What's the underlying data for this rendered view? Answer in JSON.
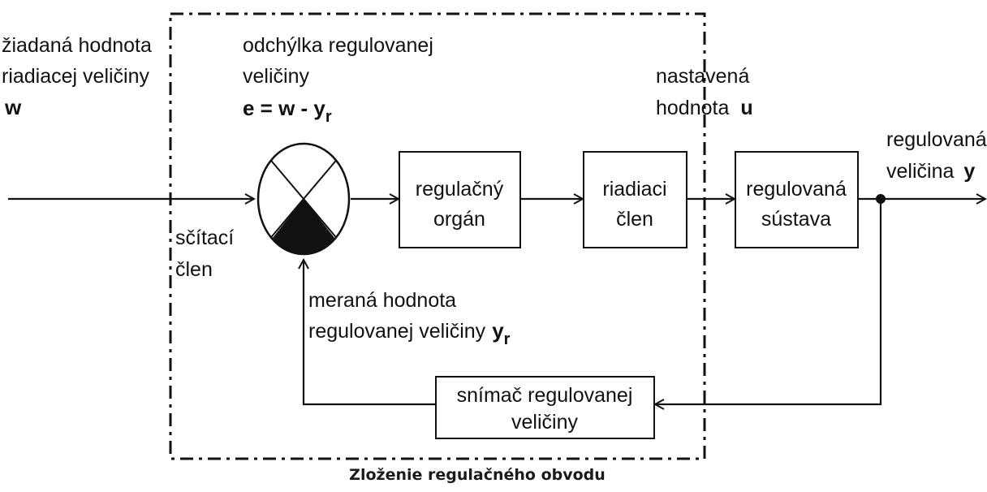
{
  "inputs": {
    "desired_line1": "žiadaná hodnota",
    "desired_line2": "riadiacej veličiny",
    "desired_symbol": "w"
  },
  "deviation": {
    "line1": "odchýlka regulovanej",
    "line2": "veličiny",
    "eq_main": "e = w - y",
    "eq_sub": "r"
  },
  "setpoint": {
    "line1": "nastavená",
    "line2": "hodnota",
    "symbol": "u"
  },
  "output": {
    "line1": "regulovaná",
    "line2": "veličina",
    "symbol": "y"
  },
  "summer": {
    "line1": "sčítací",
    "line2": "člen"
  },
  "measured": {
    "line1": "meraná hodnota",
    "line2": "regulovanej veličiny",
    "symbol": "y",
    "symbol_sub": "r"
  },
  "blocks": {
    "regulating_organ": [
      "regulačný",
      "orgán"
    ],
    "control_member": [
      "riadiaci",
      "člen"
    ],
    "plant": [
      "regulovaná",
      "sústava"
    ],
    "sensor": [
      "snímač regulovanej",
      "veličiny"
    ]
  },
  "caption": "Zloženie regulačného obvodu"
}
